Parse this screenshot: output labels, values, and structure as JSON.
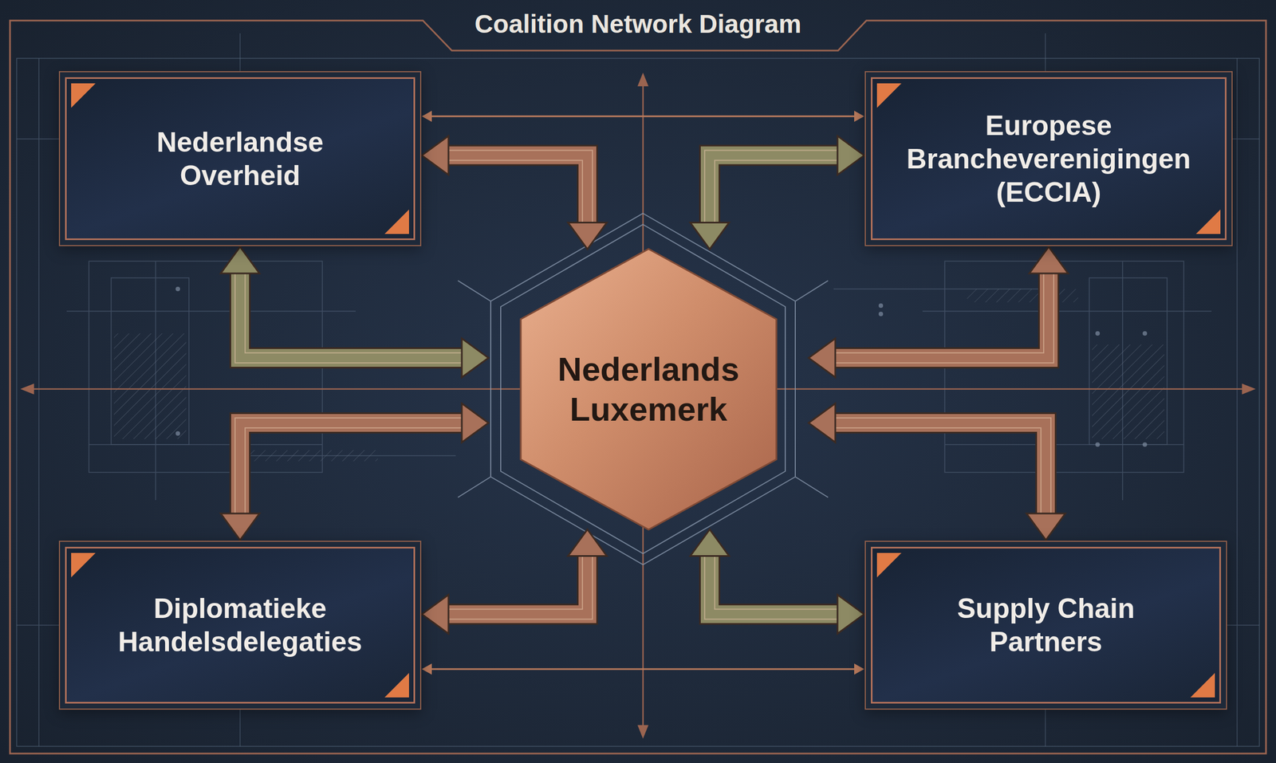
{
  "diagram": {
    "title": "Coalition Network Diagram",
    "nodes": [
      {
        "text": [
          "Nederlandse Overheid"
        ]
      },
      {
        "text": [
          "Europese Brancheverenigingen (ECCIA)"
        ]
      },
      {
        "text": [
          "Nederlands Luxemerk"
        ]
      },
      {
        "text": [
          "Diplomatieke Handelsdelegaties"
        ]
      },
      {
        "text": [
          "Supply Chain Partners"
        ]
      }
    ],
    "edges": [
      {
        "from": 0,
        "to": 2,
        "arrow": "both"
      },
      {
        "from": 0,
        "to": 2,
        "arrow": "both"
      },
      {
        "from": 1,
        "to": 2,
        "arrow": "both"
      },
      {
        "from": 1,
        "to": 2,
        "arrow": "both"
      },
      {
        "from": 3,
        "to": 2,
        "arrow": "both"
      },
      {
        "from": 3,
        "to": 2,
        "arrow": "both"
      },
      {
        "from": 4,
        "to": 2,
        "arrow": "both"
      },
      {
        "from": 4,
        "to": 2,
        "arrow": "both"
      },
      {
        "from": 0,
        "to": 1,
        "arrow": "both"
      },
      {
        "from": 3,
        "to": 4,
        "arrow": "both"
      }
    ]
  }
}
